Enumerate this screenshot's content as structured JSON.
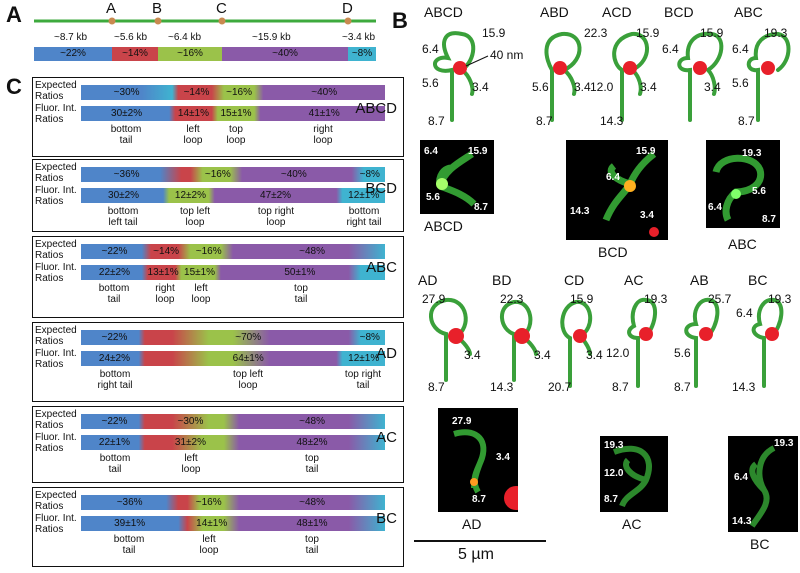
{
  "panels": {
    "a": "A",
    "b": "B",
    "c": "C"
  },
  "panel_a": {
    "sites": [
      "A",
      "B",
      "C",
      "D"
    ],
    "lengths": [
      "~8.7 kb",
      "~5.6 kb",
      "~6.4 kb",
      "~15.9 kb",
      "~3.4 kb"
    ],
    "segments": [
      "~22%",
      "~14%",
      "~16%",
      "~40%",
      "~8%"
    ]
  },
  "panel_c": {
    "row_label_expected": "Expected\nRatios",
    "row_label_fluor": "Fluor. Int.\nRatios",
    "boxes": [
      {
        "name": "ABCD",
        "expected": [
          "~30%",
          "~14%",
          "~16%",
          "~40%"
        ],
        "fluor": [
          "30±2%",
          "14±1%",
          "15±1%",
          "41±1%"
        ],
        "labels": [
          "bottom\ntail",
          "left\nloop",
          "top\nloop",
          "right\nloop"
        ]
      },
      {
        "name": "BCD",
        "expected": [
          "~36%",
          "~16%",
          "~40%",
          "~8%"
        ],
        "fluor": [
          "30±2%",
          "12±2%",
          "47±2%",
          "12±1%"
        ],
        "labels": [
          "bottom\nleft tail",
          "top left\nloop",
          "top right\nloop",
          "bottom\nright tail"
        ]
      },
      {
        "name": "ABC",
        "expected": [
          "~22%",
          "~14%",
          "~16%",
          "~48%"
        ],
        "fluor": [
          "22±2%",
          "13±1%",
          "15±1%",
          "50±1%"
        ],
        "labels": [
          "bottom\ntail",
          "right\nloop",
          "left\nloop",
          "top\ntail"
        ]
      },
      {
        "name": "AD",
        "expected": [
          "~22%",
          "~70%",
          "~8%"
        ],
        "fluor": [
          "24±2%",
          "64±1%",
          "12±1%"
        ],
        "labels": [
          "bottom\nright tail",
          "top left\nloop",
          "top right\ntail"
        ]
      },
      {
        "name": "AC",
        "expected": [
          "~22%",
          "~30%",
          "~48%"
        ],
        "fluor": [
          "22±1%",
          "31±2%",
          "48±2%"
        ],
        "labels": [
          "bottom\ntail",
          "left\nloop",
          "top\ntail"
        ]
      },
      {
        "name": "BC",
        "expected": [
          "~36%",
          "~16%",
          "~48%"
        ],
        "fluor": [
          "39±1%",
          "14±1%",
          "48±1%"
        ],
        "labels": [
          "bottom\ntail",
          "left\nloop",
          "top\ntail"
        ]
      }
    ]
  },
  "panel_b": {
    "row1": [
      {
        "name": "ABCD",
        "nums": [
          "15.9",
          "6.4",
          "5.6",
          "3.4",
          "8.7"
        ]
      },
      {
        "name": "ABD",
        "nums": [
          "22.3",
          "5.6",
          "3.4",
          "8.7"
        ]
      },
      {
        "name": "ACD",
        "nums": [
          "15.9",
          "12.0",
          "3.4",
          "14.3"
        ]
      },
      {
        "name": "BCD",
        "nums": [
          "15.9",
          "6.4",
          "3.4"
        ]
      },
      {
        "name": "ABC",
        "nums": [
          "19.3",
          "6.4",
          "5.6",
          "8.7"
        ]
      }
    ],
    "nm_label": "40 nm",
    "micro1": [
      {
        "name": "ABCD",
        "nums": [
          "6.4",
          "15.9",
          "5.6",
          "8.7"
        ]
      },
      {
        "name": "BCD",
        "nums": [
          "15.9",
          "6.4",
          "14.3",
          "3.4"
        ]
      },
      {
        "name": "ABC",
        "nums": [
          "19.3",
          "5.6",
          "6.4",
          "8.7"
        ]
      }
    ],
    "row2": [
      {
        "name": "AD",
        "nums": [
          "27.9",
          "3.4",
          "8.7"
        ]
      },
      {
        "name": "BD",
        "nums": [
          "22.3",
          "3.4",
          "14.3"
        ]
      },
      {
        "name": "CD",
        "nums": [
          "15.9",
          "3.4",
          "20.7"
        ]
      },
      {
        "name": "AC",
        "nums": [
          "19.3",
          "12.0",
          "8.7"
        ]
      },
      {
        "name": "AB",
        "nums": [
          "25.7",
          "5.6",
          "8.7"
        ]
      },
      {
        "name": "BC",
        "nums": [
          "19.3",
          "6.4",
          "14.3"
        ]
      }
    ],
    "micro2": [
      {
        "name": "AD",
        "nums": [
          "27.9",
          "3.4",
          "8.7"
        ]
      },
      {
        "name": "AC",
        "nums": [
          "19.3",
          "12.0",
          "8.7"
        ]
      },
      {
        "name": "BC",
        "nums": [
          "19.3",
          "6.4",
          "14.3"
        ]
      }
    ],
    "scale": "5 µm"
  }
}
